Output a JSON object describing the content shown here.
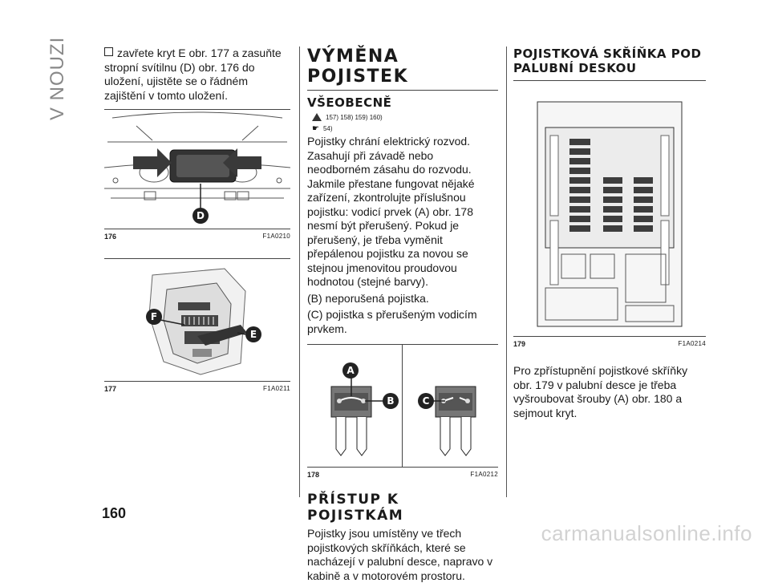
{
  "side_title": "V NOUZI",
  "page_number": "160",
  "watermark": "carmanualsonline.info",
  "col1": {
    "intro_text": "zavřete kryt E obr. 177 a zasuňte stropní svítilnu (D) obr. 176 do uložení, ujistěte se o řádném zajištění v tomto uložení.",
    "fig176": {
      "number": "176",
      "code": "F1A0210",
      "label_D": "D"
    },
    "fig177": {
      "number": "177",
      "code": "F1A0211",
      "label_F": "F",
      "label_E": "E"
    }
  },
  "col2": {
    "title": "VÝMĚNA POJISTEK",
    "subtitle": "VŠEOBECNĚ",
    "warning_refs": "157) 158) 159) 160)",
    "note_ref": "54)",
    "paragraphs": [
      "Pojistky chrání elektrický rozvod. Zasahují při závadě nebo neodborném zásahu do rozvodu. Jakmile přestane fungovat nějaké zařízení, zkontrolujte příslušnou pojistku: vodicí prvek (A) obr. 178 nesmí být přerušený. Pokud je přerušený, je třeba vyměnit přepálenou pojistku za novou se stejnou jmenovitou proudovou hodnotou (stejné barvy).",
      "(B) neporušená pojistka.",
      "(C) pojistka s přerušeným vodicím prvkem."
    ],
    "fig178": {
      "number": "178",
      "code": "F1A0212",
      "label_A": "A",
      "label_B": "B",
      "label_C": "C"
    },
    "section2_title": "PŘÍSTUP K POJISTKÁM",
    "section2_text": "Pojistky jsou umístěny ve třech pojistkových skříňkách, které se nacházejí v palubní desce, napravo v kabině a v motorovém prostoru."
  },
  "col3": {
    "title": "POJISTKOVÁ SKŘÍŇKA POD PALUBNÍ DESKOU",
    "fig179": {
      "number": "179",
      "code": "F1A0214"
    },
    "text": "Pro zpřístupnění pojistkové skříňky obr. 179 v palubní desce je třeba vyšroubovat šrouby (A) obr. 180 a sejmout kryt."
  },
  "colors": {
    "text": "#1a1a1a",
    "rule": "#444444",
    "watermark": "#d2d2d2"
  }
}
